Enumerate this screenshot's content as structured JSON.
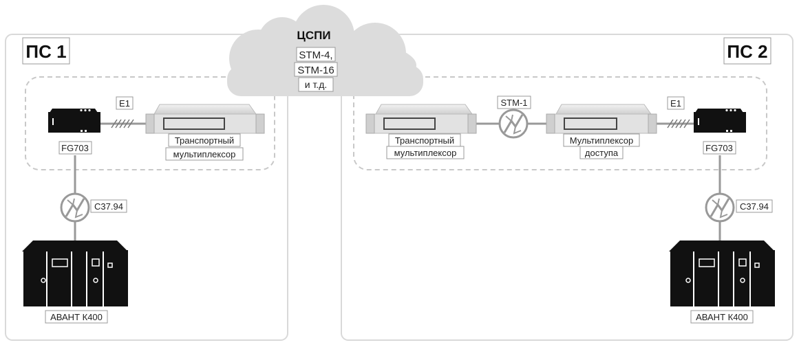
{
  "sites": {
    "left": {
      "title": "ПС 1"
    },
    "right": {
      "title": "ПС 2"
    }
  },
  "network": {
    "name": "ЦСПИ",
    "line1": "STM-4,",
    "line2": "STM-16",
    "line3": "и т.д."
  },
  "left": {
    "fg_label": "FG703",
    "e1_label": "E1",
    "mux_line1": "Транспортный",
    "mux_line2": "мультиплексор",
    "c37_label": "C37.94",
    "avant_label": "АВАНТ К400"
  },
  "right": {
    "mux_line1": "Транспортный",
    "mux_line2": "мультиплексор",
    "stm1_label": "STM-1",
    "access_line1": "Мультиплексор",
    "access_line2": "доступа",
    "e1_label": "E1",
    "fg_label": "FG703",
    "c37_label": "C37.94",
    "avant_label": "АВАНТ К400"
  },
  "colors": {
    "frame": "#d9d9d9",
    "dashed": "#c8c8c8",
    "cloud": "#dcdcdc",
    "device": "#111111",
    "mux_body": "#e2e2e2"
  }
}
